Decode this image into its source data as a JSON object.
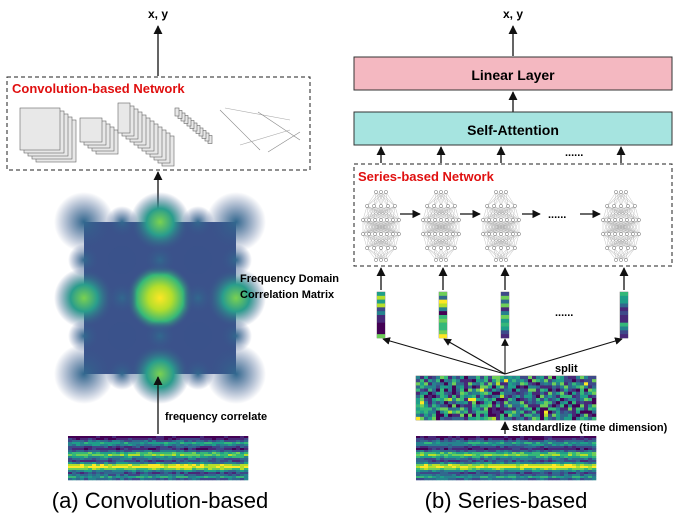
{
  "left": {
    "output_label": "x, y",
    "network_title": "Convolution-based Network",
    "matrix_label_line1": "Frequency Domain",
    "matrix_label_line2": "Correlation Matrix",
    "correlate_label": "frequency correlate",
    "caption": "(a) Convolution-based"
  },
  "right": {
    "output_label": "x, y",
    "linear_layer_label": "Linear Layer",
    "self_attention_label": "Self-Attention",
    "attention_ellipsis": "......",
    "network_title": "Series-based Network",
    "network_ellipsis": "......",
    "series_ellipsis": "......",
    "split_label": "split",
    "standardize_label": "standardlize (time dimension)",
    "caption": "(b) Series-based"
  },
  "colors": {
    "network_title": "#e01010",
    "linear_layer_fill": "#f4b8c1",
    "self_attention_fill": "#a6e4e0",
    "box_stroke": "#333333",
    "viridis_dark": "#440154",
    "viridis_mid": "#21918c",
    "viridis_bright": "#fde725"
  }
}
